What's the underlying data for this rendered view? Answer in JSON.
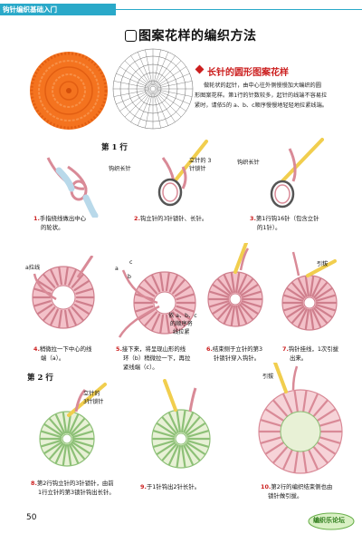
{
  "header": {
    "tab_label": "钩针编织基础入门"
  },
  "title": "图案花样的编织方法",
  "section": {
    "subhead": "长针的圆形图案花样",
    "intro_lines": [
      "做轮状的起针，由中心往外侧慢慢加大编织的圆",
      "形图案花样。第1行的针数较多，起针的线端不容易拉",
      "紧时，请依5的 a、b、c顺序慢慢地轻轻地拉紧线端。"
    ]
  },
  "rows": {
    "row1": "第 1 行",
    "row2": "第 2 行"
  },
  "labels": {
    "hook_long": "钩织长针",
    "stand3_l1": "立针的 3",
    "stand3_l2": "针锁针",
    "hook_long2": "钩织长针",
    "pull_a": "a拉线",
    "mark_a": "a",
    "mark_b": "b",
    "mark_c": "c",
    "order_l1": "依 a、b、c",
    "order_l2": "的顺序将",
    "order_l3": "线拉紧",
    "pull_out1": "引拔",
    "stand3b_l1": "立针的",
    "stand3b_l2": "3针锁针",
    "pull_out2": "引拔"
  },
  "steps": [
    {
      "num": "1.",
      "l1": "手指绕线做出中心",
      "l2": "的轮状。"
    },
    {
      "num": "2.",
      "l1": "钩立针的3针锁针、长针。",
      "l2": ""
    },
    {
      "num": "3.",
      "l1": "第1行钩16针（包含立针",
      "l2": "的1针）。"
    },
    {
      "num": "4.",
      "l1": "稍微拉一下中心的线",
      "l2": "端（a）。"
    },
    {
      "num": "5.",
      "l1": "接下来，将呈现山形的线",
      "l2": "环（b）稍微拉一下，再拉",
      "l3": "紧线端（c）。"
    },
    {
      "num": "6.",
      "l1": "结束侧于立针的第3",
      "l2": "针锁针穿入钩针。"
    },
    {
      "num": "7.",
      "l1": "钩针挂线，1次引拔",
      "l2": "出来。"
    },
    {
      "num": "8.",
      "l1": "第2行钩立针的3针锁针，由前",
      "l2": "1行立针的第3锁针钩出长针。"
    },
    {
      "num": "9.",
      "l1": "于1针钩出2针长针。",
      "l2": ""
    },
    {
      "num": "10.",
      "l1": "第2行的编织结束侧也由",
      "l2": "锁针做引拔。"
    }
  ],
  "page_number": "50",
  "logo_text": "编织乐论坛",
  "colors": {
    "accent_blue": "#2aa9c9",
    "accent_red": "#cc1f1f",
    "coaster_orange": "#f4731f",
    "yarn_pink": "#d98a97",
    "hook_yellow": "#f1ce4e"
  }
}
